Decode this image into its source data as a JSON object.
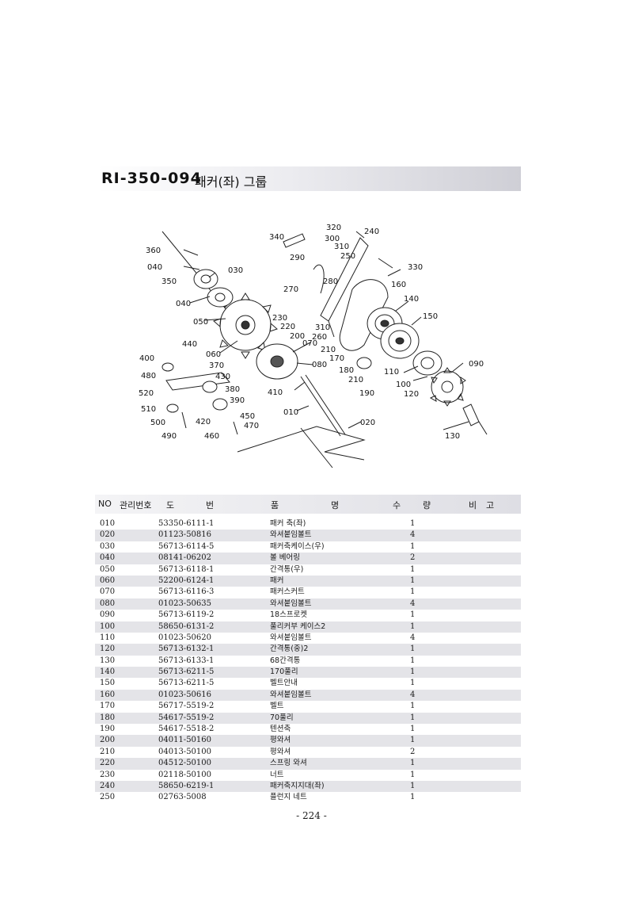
{
  "header": {
    "code": "RI-350-094",
    "name": "패커(좌) 그룹"
  },
  "diagram": {
    "labels": [
      "320",
      "240",
      "340",
      "300",
      "310",
      "290",
      "250",
      "330",
      "160",
      "270",
      "280",
      "140",
      "360",
      "040",
      "030",
      "350",
      "150",
      "040",
      "050",
      "230",
      "220",
      "310",
      "200",
      "260",
      "070",
      "210",
      "170",
      "440",
      "060",
      "400",
      "370",
      "080",
      "180",
      "210",
      "110",
      "090",
      "480",
      "430",
      "380",
      "410",
      "100",
      "120",
      "520",
      "390",
      "190",
      "510",
      "450",
      "010",
      "420",
      "500",
      "470",
      "020",
      "490",
      "460",
      "130"
    ]
  },
  "table": {
    "headers": {
      "no": "NO",
      "mgmt": "관리번호",
      "dwg1": "도",
      "dwg2": "번",
      "name1": "품",
      "name2": "명",
      "qty1": "수",
      "qty2": "량",
      "note1": "비",
      "note2": "고"
    },
    "rows": [
      {
        "no": "010",
        "dwg": "53350-6111-1",
        "name": "패커 축(좌)",
        "qty": "1"
      },
      {
        "no": "020",
        "dwg": "01123-50816",
        "name": "와셔붙임볼트",
        "qty": "4"
      },
      {
        "no": "030",
        "dwg": "56713-6114-5",
        "name": "패커축케이스(우)",
        "qty": "1"
      },
      {
        "no": "040",
        "dwg": "08141-06202",
        "name": "볼 베어링",
        "qty": "2"
      },
      {
        "no": "050",
        "dwg": "56713-6118-1",
        "name": "간격통(우)",
        "qty": "1"
      },
      {
        "no": "060",
        "dwg": "52200-6124-1",
        "name": "패커",
        "qty": "1"
      },
      {
        "no": "070",
        "dwg": "56713-6116-3",
        "name": "패커스커트",
        "qty": "1"
      },
      {
        "no": "080",
        "dwg": "01023-50635",
        "name": "와셔붙임볼트",
        "qty": "4"
      },
      {
        "no": "090",
        "dwg": "56713-6119-2",
        "name": "18스프로켓",
        "qty": "1"
      },
      {
        "no": "100",
        "dwg": "58650-6131-2",
        "name": "풀리커부 케이스2",
        "qty": "1"
      },
      {
        "no": "110",
        "dwg": "01023-50620",
        "name": "와셔붙임볼트",
        "qty": "4"
      },
      {
        "no": "120",
        "dwg": "56713-6132-1",
        "name": "간격통(중)2",
        "qty": "1"
      },
      {
        "no": "130",
        "dwg": "56713-6133-1",
        "name": "68간격통",
        "qty": "1"
      },
      {
        "no": "140",
        "dwg": "56713-6211-5",
        "name": "170풀리",
        "qty": "1"
      },
      {
        "no": "150",
        "dwg": "56713-6211-5",
        "name": "벨트안내",
        "qty": "1"
      },
      {
        "no": "160",
        "dwg": "01023-50616",
        "name": "와셔붙임볼트",
        "qty": "4"
      },
      {
        "no": "170",
        "dwg": "56717-5519-2",
        "name": "벨트",
        "qty": "1"
      },
      {
        "no": "180",
        "dwg": "54617-5519-2",
        "name": "70풀리",
        "qty": "1"
      },
      {
        "no": "190",
        "dwg": "54617-5518-2",
        "name": "텐션축",
        "qty": "1"
      },
      {
        "no": "200",
        "dwg": "04011-50160",
        "name": "평와셔",
        "qty": "1"
      },
      {
        "no": "210",
        "dwg": "04013-50100",
        "name": "평와셔",
        "qty": "2"
      },
      {
        "no": "220",
        "dwg": "04512-50100",
        "name": "스프링 와셔",
        "qty": "1"
      },
      {
        "no": "230",
        "dwg": "02118-50100",
        "name": "너트",
        "qty": "1"
      },
      {
        "no": "240",
        "dwg": "58650-6219-1",
        "name": "패커축지지대(좌)",
        "qty": "1"
      },
      {
        "no": "250",
        "dwg": "02763-5008",
        "name": "플런지 네트",
        "qty": "1"
      }
    ]
  },
  "footer": {
    "page": "- 224 -"
  }
}
